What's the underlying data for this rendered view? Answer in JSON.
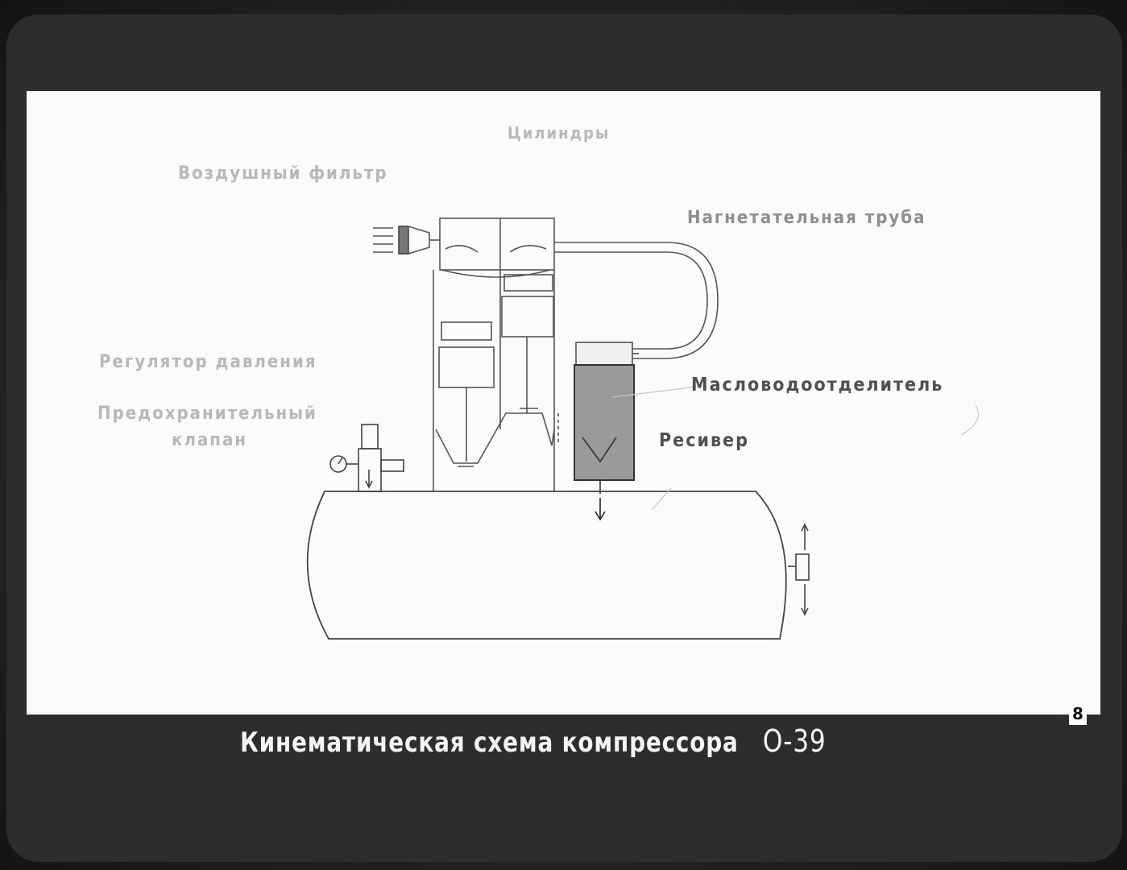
{
  "labels": {
    "cylinders": "Цилиндры",
    "air_filter": "Воздушный фильтр",
    "discharge_pipe": "Нагнетательная труба",
    "pressure_regulator": "Регулятор давления",
    "safety_valve_line1": "Предохранительный",
    "safety_valve_line2": "клапан",
    "oil_water_separator": "Масловодоотделитель",
    "receiver": "Ресивер"
  },
  "caption": {
    "title": "Кинематическая схема компрессора",
    "model": "О-39"
  },
  "frame_number": "8"
}
